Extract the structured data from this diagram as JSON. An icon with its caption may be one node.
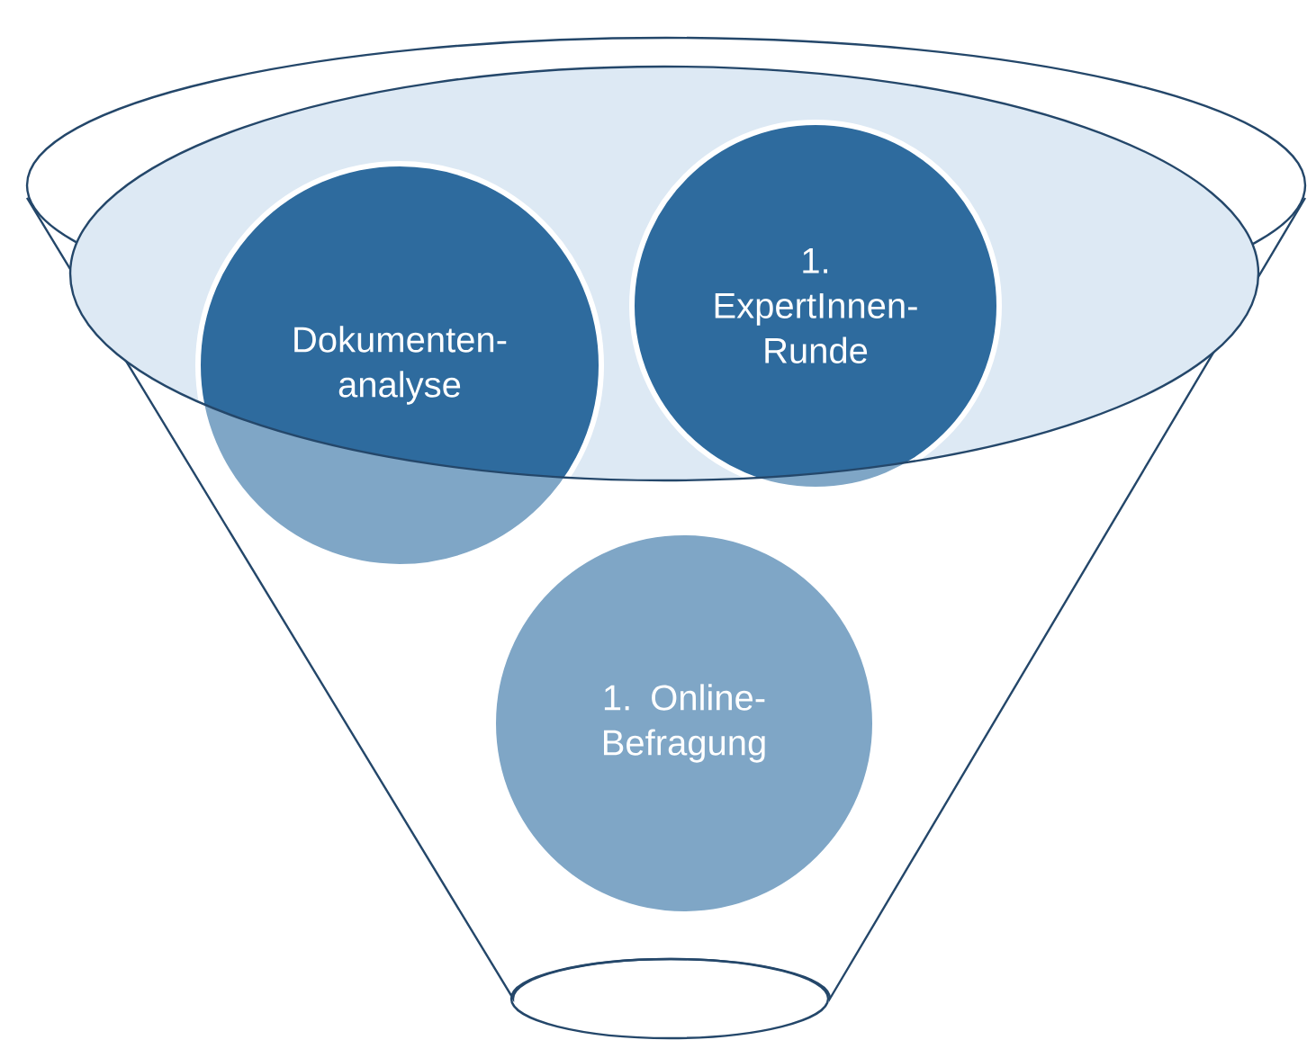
{
  "diagram": {
    "nodes": [
      {
        "text": [
          "Dokumenten- analyse"
        ]
      },
      {
        "text": [
          "1. ExpertInnen- Runde"
        ]
      },
      {
        "text": [
          "1. Online- Befragung"
        ]
      }
    ]
  }
}
